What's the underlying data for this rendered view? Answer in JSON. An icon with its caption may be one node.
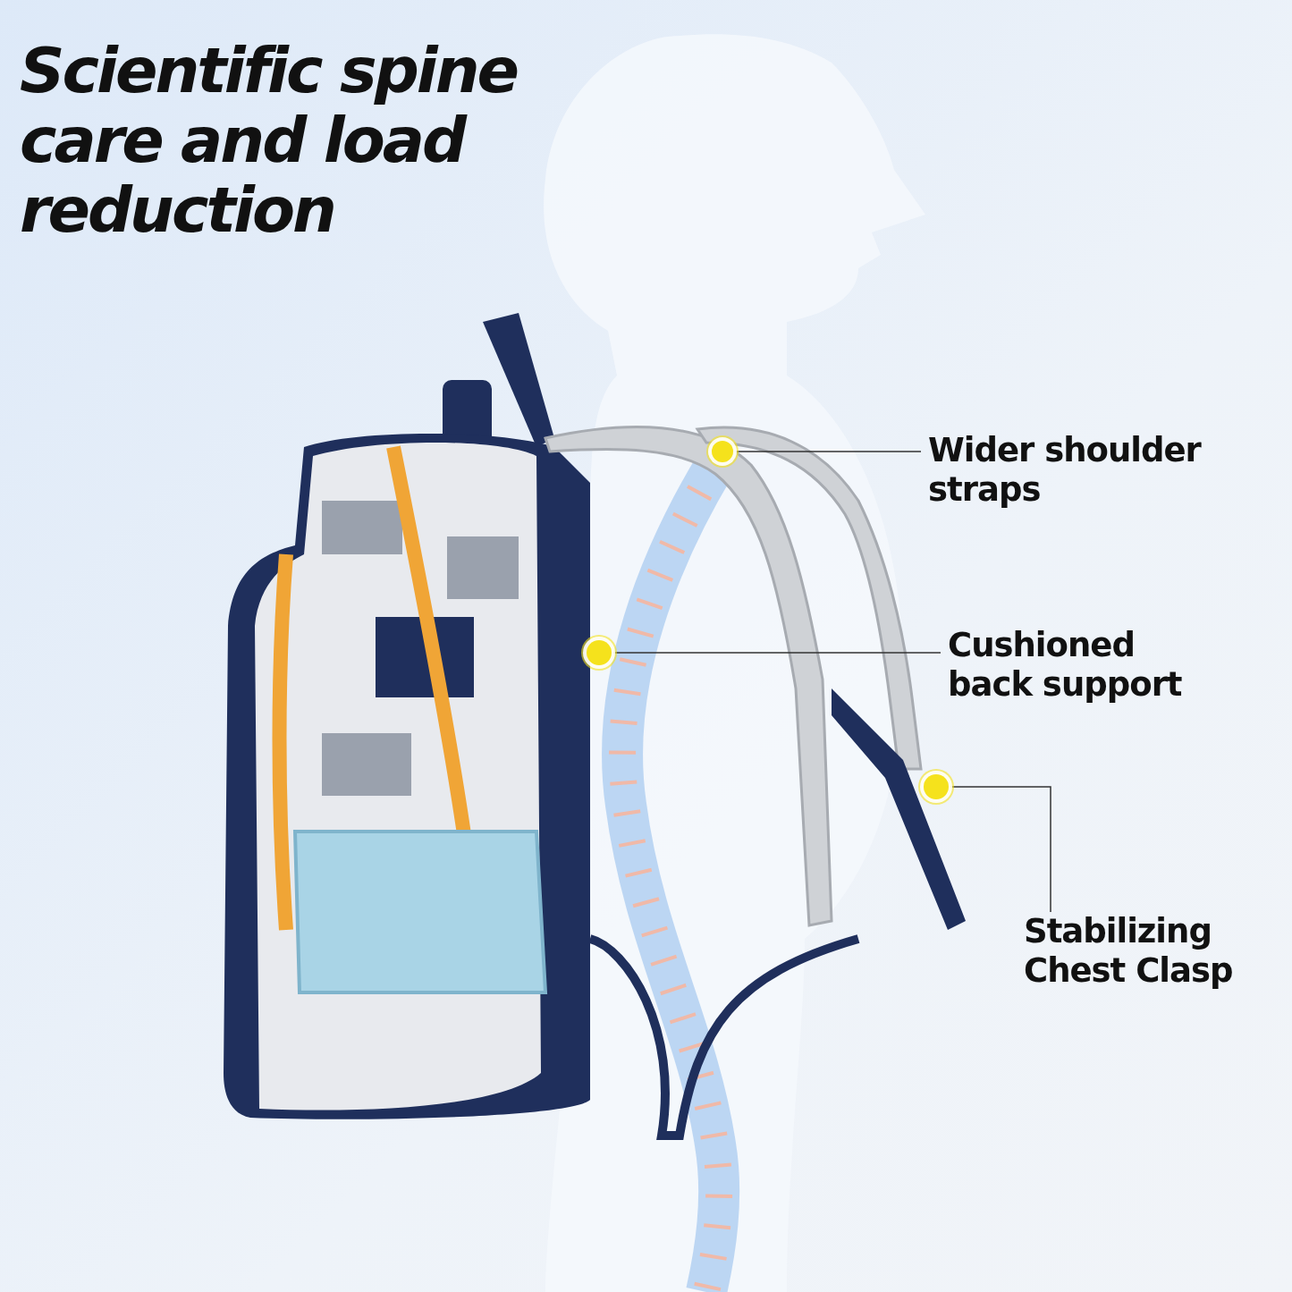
{
  "diagram": {
    "title": "Scientific spine care and load reduction",
    "nodes": [
      {
        "text": [
          "Wider shoulder straps"
        ]
      },
      {
        "text": [],
        "shape": "circle"
      },
      {
        "text": [
          "Cushioned back support"
        ]
      },
      {
        "text": [],
        "shape": "circle"
      },
      {
        "text": [
          "Stabilizing Chest Clasp"
        ]
      },
      {
        "text": [],
        "shape": "circle"
      }
    ],
    "edges": [
      {
        "from": 0,
        "to": 1,
        "arrow": "none"
      },
      {
        "from": 2,
        "to": 3,
        "arrow": "none"
      },
      {
        "from": 4,
        "to": 5,
        "arrow": "none"
      }
    ]
  }
}
